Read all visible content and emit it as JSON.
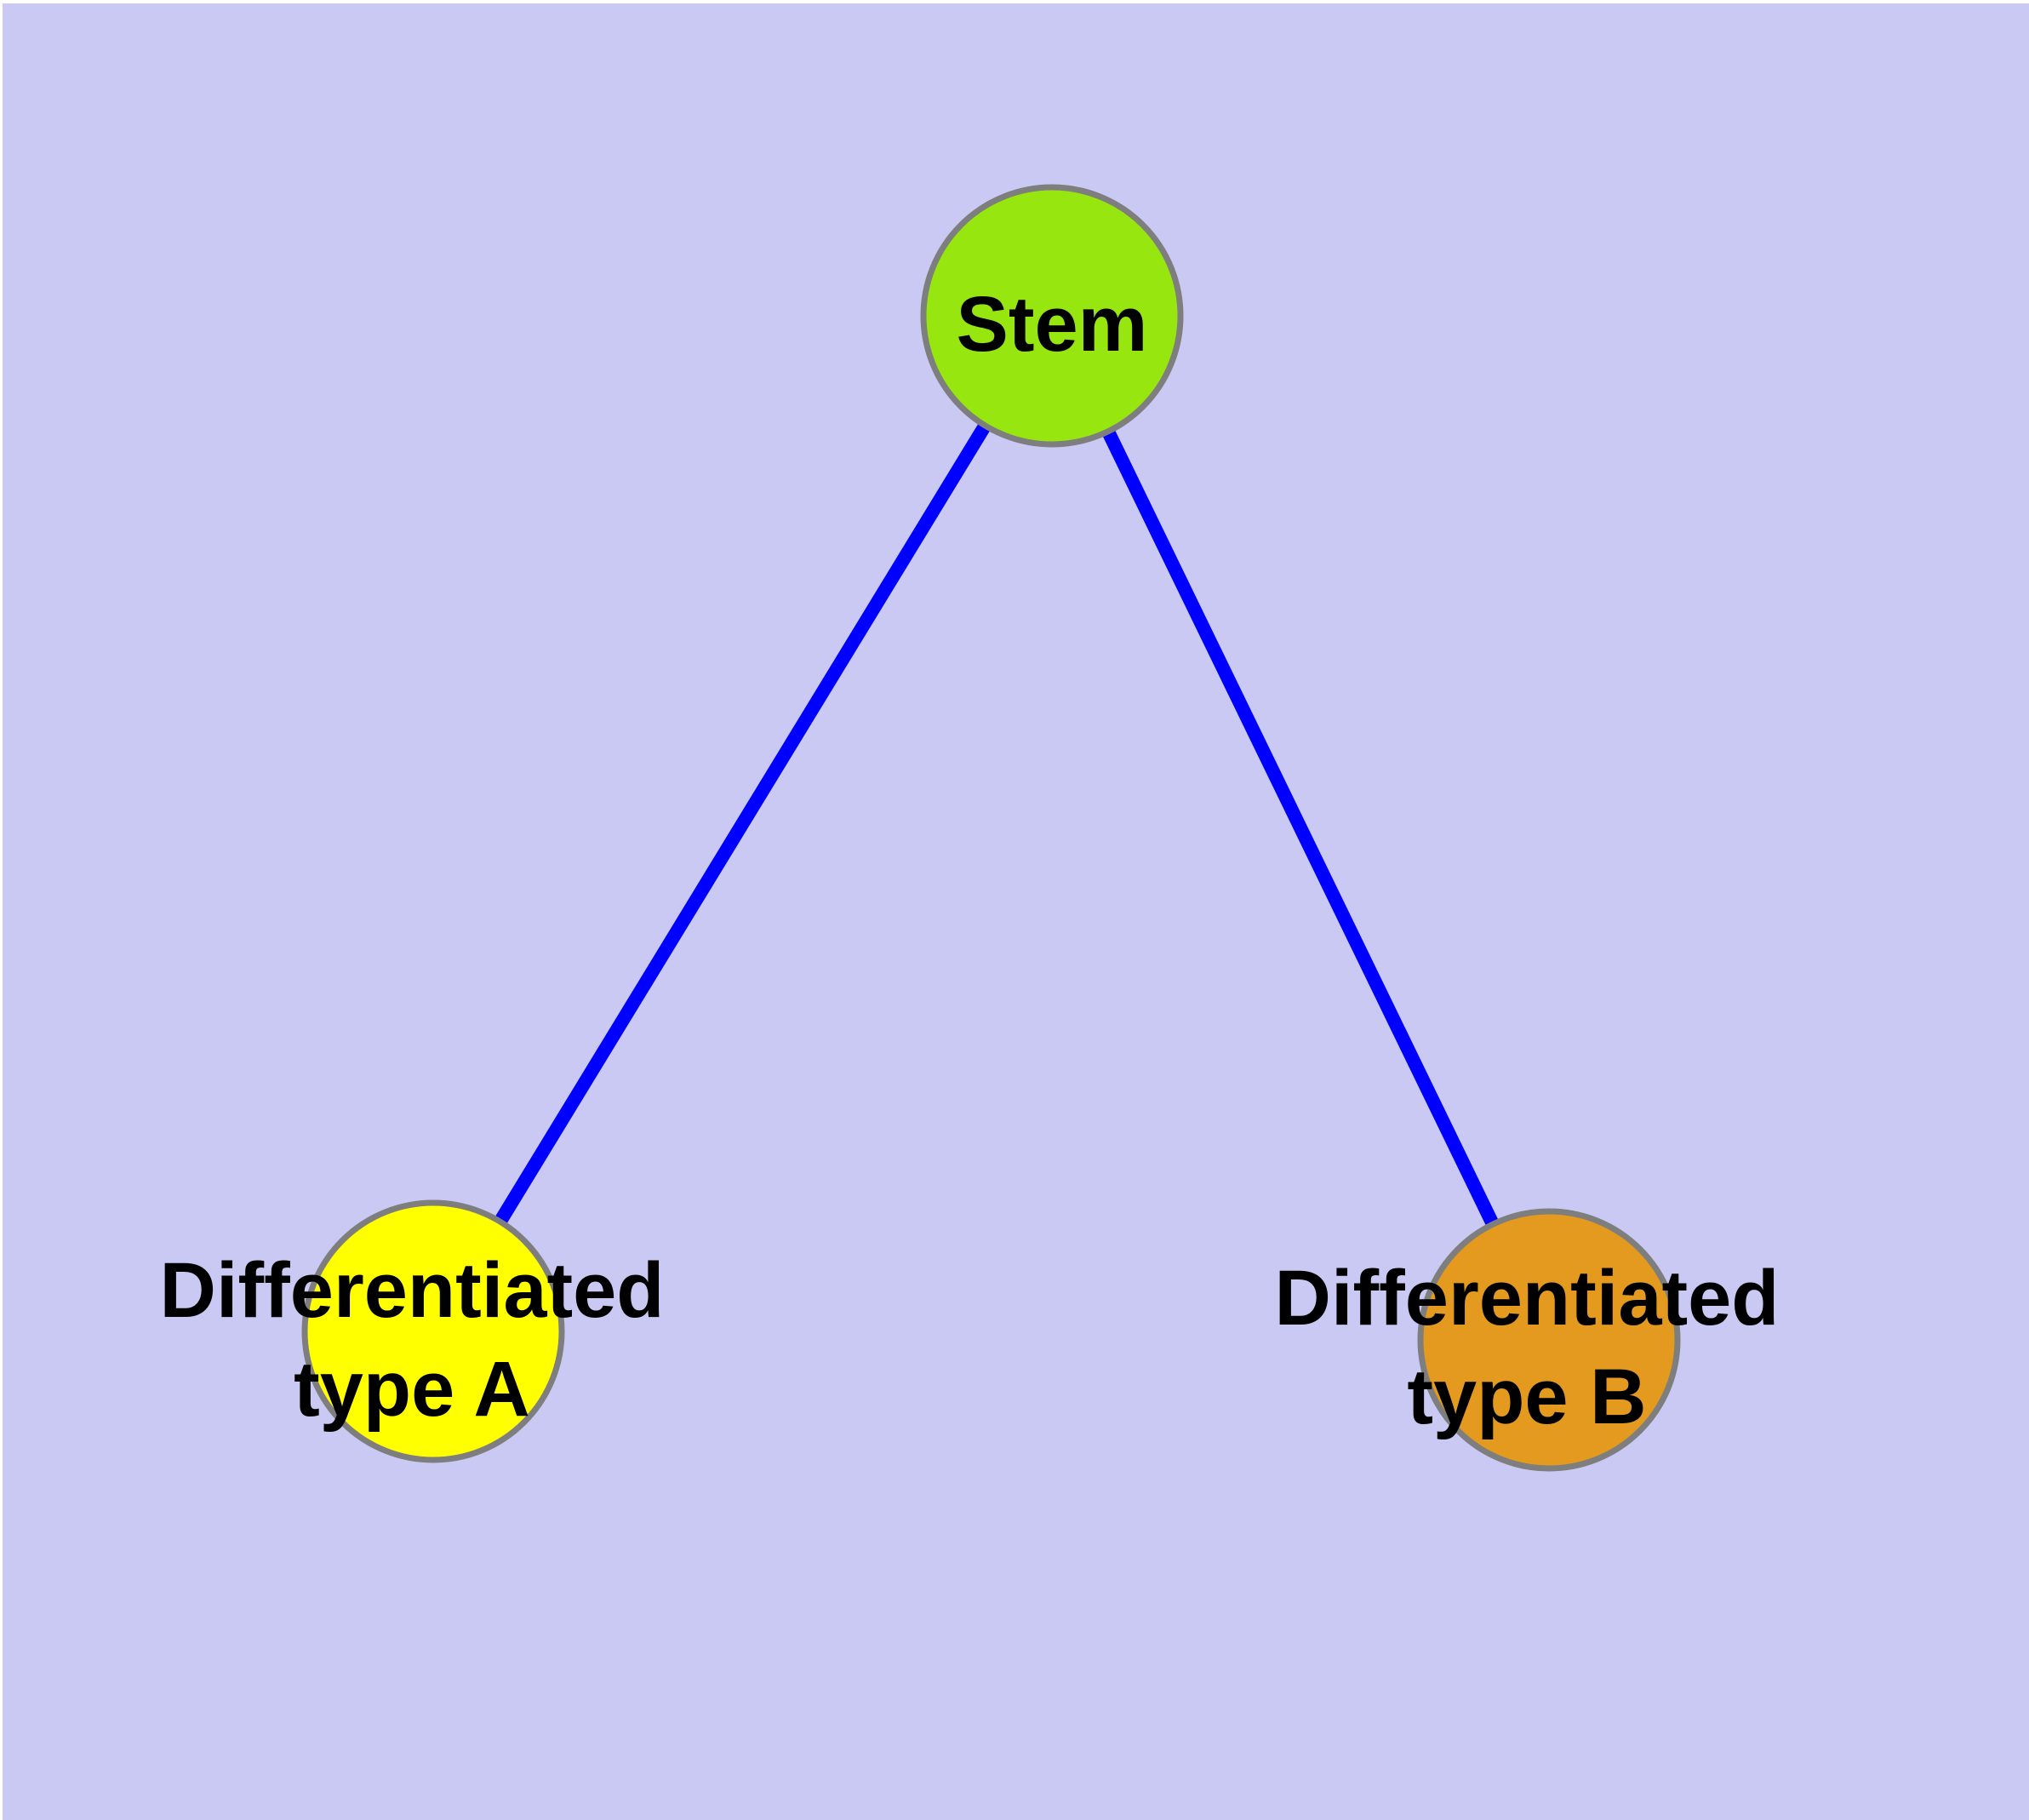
{
  "diagram": {
    "type": "graph",
    "description": "Cell differentiation graph: a Stem node connected to two differentiated cell type nodes",
    "colors": {
      "page_background": "#ffffff",
      "canvas_background": "#c9c9f4",
      "edge_color": "#0000ff",
      "node_border_color": "#7e7e7e",
      "label_color": "#000000",
      "stem_fill": "#97e610",
      "type_a_fill": "#ffff00",
      "type_b_fill": "#e39a1e"
    },
    "nodes": [
      {
        "id": "stem",
        "label": "Stem",
        "line1": "Stem",
        "line2": ""
      },
      {
        "id": "type-a",
        "label": "Differentiated type A",
        "line1": "Differentiated",
        "line2": "type A"
      },
      {
        "id": "type-b",
        "label": "Differentiated type B",
        "line1": "Differentiated",
        "line2": "type B"
      }
    ],
    "edges": [
      {
        "from": "Stem",
        "to": "Differentiated type A"
      },
      {
        "from": "Stem",
        "to": "Differentiated type B"
      }
    ]
  }
}
